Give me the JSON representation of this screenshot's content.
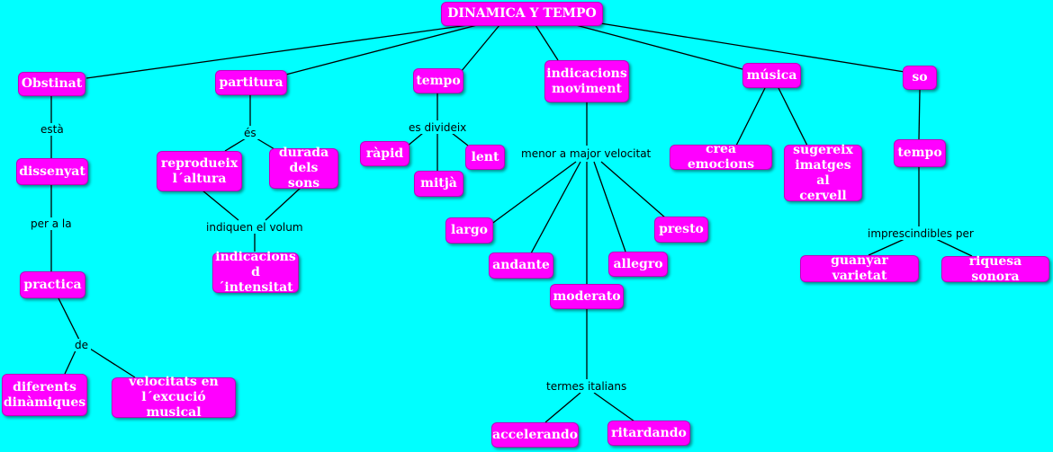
{
  "nodes": {
    "root": "DINAMICA Y TEMPO",
    "obstinat": "Obstinat",
    "dissenyat": "dissenyat",
    "practica": "practica",
    "diferents_dinamiques": "diferents\ndinàmiques",
    "velocitats": "velocitats en\nl´excució musical",
    "partitura": "partitura",
    "reprodueix": "reprodueix\nl´altura",
    "durada": "durada\ndels sons",
    "indicacions_intensitat": "indicacions\nd´intensitat",
    "tempo": "tempo",
    "rapid": "ràpid",
    "mitja": "mitjà",
    "lent": "lent",
    "indicacions_moviment": "indicacions\nmoviment",
    "largo": "largo",
    "andante": "andante",
    "moderato": "moderato",
    "allegro": "allegro",
    "presto": "presto",
    "accelerando": "accelerando",
    "ritardando": "ritardando",
    "musica": "música",
    "crea_emocions": "crea emocions",
    "sugereix": "sugereix\nimatges al\ncervell",
    "so": "so",
    "tempo2": "tempo",
    "guanyar": "guanyar varietat",
    "riquesa": "riquesa sonora"
  },
  "labels": {
    "esta": "està",
    "per_a_la": "per a la",
    "de": "de",
    "es": "és",
    "indiquen": "indiquen el volum",
    "es_divideix": "es divideix",
    "menor_major": "menor a major velocitat",
    "termes": "termes italians",
    "imprescindibles": "imprescindibles per"
  }
}
